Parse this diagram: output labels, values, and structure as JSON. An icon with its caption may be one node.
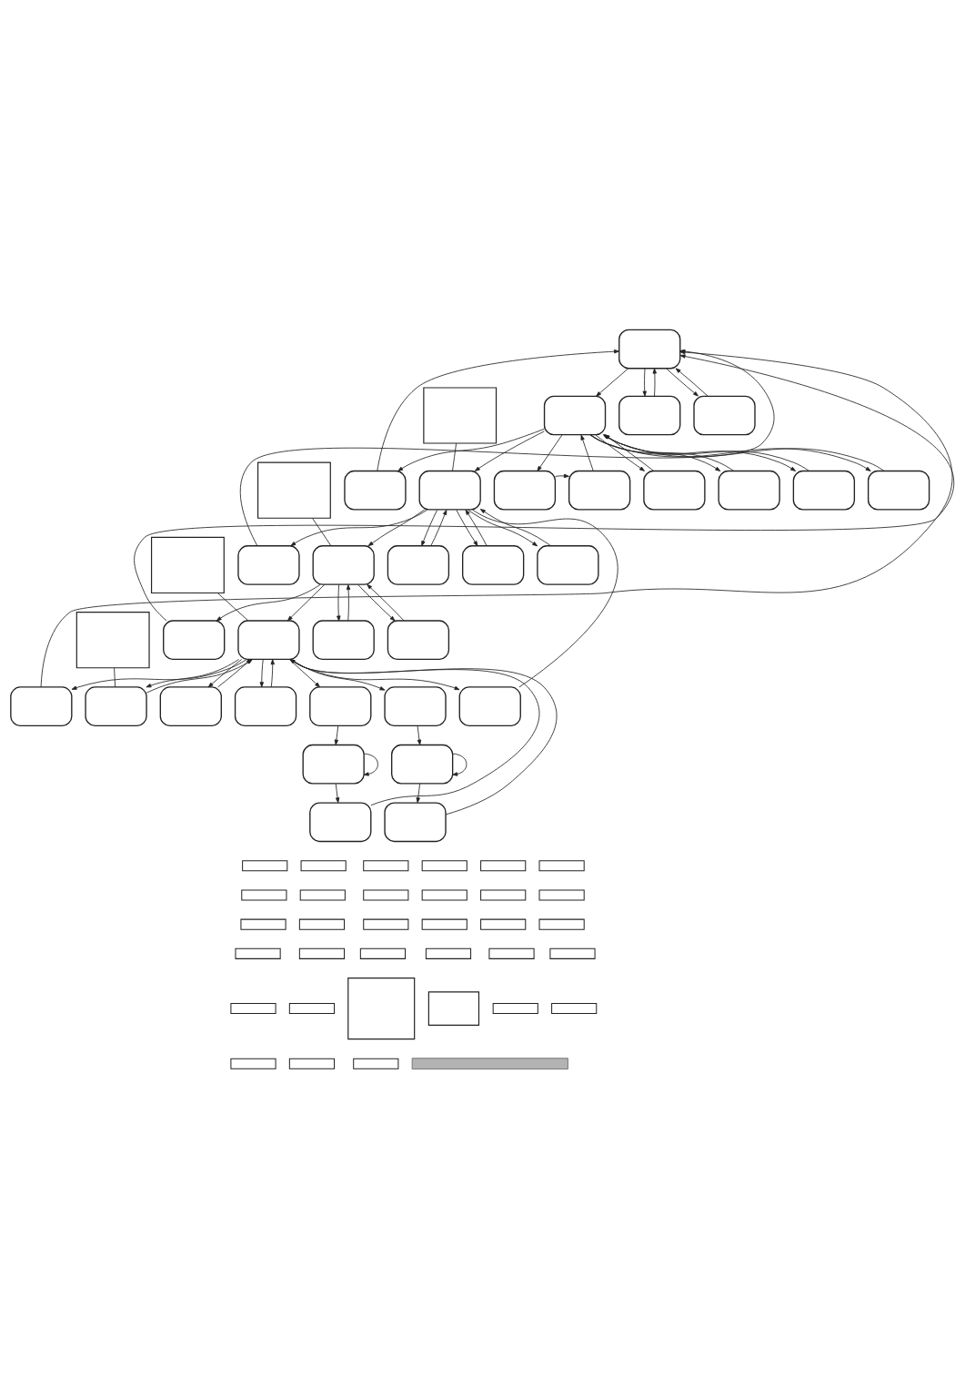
{
  "diagram": {
    "nodes": [
      {
        "text": [],
        "shape": "box"
      },
      {
        "text": [],
        "shape": "box"
      },
      {
        "text": [],
        "shape": "box"
      },
      {
        "text": [],
        "shape": "box"
      },
      {
        "text": [],
        "shape": "box"
      },
      {
        "text": [],
        "shape": "box"
      },
      {
        "text": [],
        "shape": "box"
      },
      {
        "text": [],
        "shape": "box"
      },
      {
        "text": [],
        "shape": "box"
      },
      {
        "text": [],
        "shape": "box"
      },
      {
        "text": [],
        "shape": "box"
      },
      {
        "text": [],
        "shape": "box"
      },
      {
        "text": [],
        "shape": "box"
      },
      {
        "text": [],
        "shape": "box"
      },
      {
        "text": [],
        "shape": "box"
      },
      {
        "text": [],
        "shape": "box"
      },
      {
        "text": [],
        "shape": "box"
      },
      {
        "text": [],
        "shape": "box"
      },
      {
        "text": [],
        "shape": "box"
      },
      {
        "text": [],
        "shape": "box"
      },
      {
        "text": [],
        "shape": "box"
      },
      {
        "text": [],
        "shape": "box"
      },
      {
        "text": [],
        "shape": "box"
      },
      {
        "text": [],
        "shape": "box"
      },
      {
        "text": [],
        "shape": "box"
      },
      {
        "text": [],
        "shape": "box"
      },
      {
        "text": [],
        "shape": "box"
      },
      {
        "text": [],
        "shape": "box"
      },
      {
        "text": [],
        "shape": "box"
      },
      {
        "text": [],
        "shape": "box"
      },
      {
        "text": [],
        "shape": "box"
      },
      {
        "text": [],
        "shape": "box"
      },
      {
        "text": [],
        "shape": "box"
      },
      {
        "text": [],
        "shape": "box"
      },
      {
        "text": [],
        "shape": "box"
      },
      {
        "text": [],
        "shape": "box"
      },
      {
        "text": [],
        "shape": "box"
      },
      {
        "text": [],
        "shape": "box"
      },
      {
        "text": [],
        "shape": "box"
      },
      {
        "text": [],
        "shape": "box"
      },
      {
        "text": [],
        "shape": "box"
      },
      {
        "text": [],
        "shape": "box"
      },
      {
        "text": [],
        "shape": "box"
      },
      {
        "text": [],
        "shape": "box"
      },
      {
        "text": [],
        "shape": "box"
      },
      {
        "text": [],
        "shape": "box"
      },
      {
        "text": [],
        "shape": "box"
      },
      {
        "text": [],
        "shape": "box"
      },
      {
        "text": [],
        "shape": "box"
      },
      {
        "text": [],
        "shape": "box"
      },
      {
        "text": [],
        "shape": "box"
      },
      {
        "text": [],
        "shape": "box"
      },
      {
        "text": [],
        "shape": "box"
      },
      {
        "text": [],
        "shape": "box"
      },
      {
        "text": [],
        "shape": "box"
      },
      {
        "text": [],
        "shape": "box"
      },
      {
        "text": [],
        "shape": "box"
      },
      {
        "text": [],
        "shape": "box"
      },
      {
        "text": [],
        "shape": "box"
      },
      {
        "text": [],
        "shape": "box"
      },
      {
        "text": [],
        "shape": "box"
      },
      {
        "text": [],
        "shape": "box"
      },
      {
        "text": [],
        "shape": "box"
      },
      {
        "text": [],
        "shape": "box"
      },
      {
        "text": [],
        "shape": "box"
      },
      {
        "text": [],
        "shape": "box"
      },
      {
        "text": [],
        "shape": "box"
      },
      {
        "text": [],
        "shape": "box"
      },
      {
        "text": [],
        "shape": "box"
      },
      {
        "text": [],
        "shape": "bar"
      }
    ],
    "edges": [
      {
        "from": 0,
        "to": 1,
        "arrow": "to"
      },
      {
        "from": 0,
        "to": 2,
        "arrow": "to"
      },
      {
        "from": 0,
        "to": 3,
        "arrow": "to"
      },
      {
        "from": 2,
        "to": 0,
        "arrow": "to"
      },
      {
        "from": 3,
        "to": 0,
        "arrow": "to"
      },
      {
        "from": 1,
        "to": 4,
        "arrow": "to"
      },
      {
        "from": 1,
        "to": 5,
        "arrow": "to"
      },
      {
        "from": 1,
        "to": 6,
        "arrow": "to"
      },
      {
        "from": 1,
        "to": 8,
        "arrow": "to"
      },
      {
        "from": 1,
        "to": 9,
        "arrow": "to"
      },
      {
        "from": 1,
        "to": 10,
        "arrow": "to"
      },
      {
        "from": 1,
        "to": 11,
        "arrow": "to"
      },
      {
        "from": 6,
        "to": 7,
        "arrow": "to"
      },
      {
        "from": 7,
        "to": 1,
        "arrow": "to"
      },
      {
        "from": 8,
        "to": 1,
        "arrow": "to"
      },
      {
        "from": 9,
        "to": 1,
        "arrow": "to"
      },
      {
        "from": 10,
        "to": 1,
        "arrow": "to"
      },
      {
        "from": 11,
        "to": 1,
        "arrow": "to"
      },
      {
        "from": 4,
        "to": 0,
        "arrow": "to"
      },
      {
        "from": 12,
        "to": 0,
        "arrow": "to"
      },
      {
        "from": 17,
        "to": 0,
        "arrow": "to"
      },
      {
        "from": 21,
        "to": 0,
        "arrow": "to"
      },
      {
        "from": 5,
        "to": 12,
        "arrow": "to"
      },
      {
        "from": 5,
        "to": 13,
        "arrow": "to"
      },
      {
        "from": 5,
        "to": 14,
        "arrow": "to"
      },
      {
        "from": 5,
        "to": 15,
        "arrow": "to"
      },
      {
        "from": 5,
        "to": 16,
        "arrow": "to"
      },
      {
        "from": 14,
        "to": 5,
        "arrow": "to"
      },
      {
        "from": 15,
        "to": 5,
        "arrow": "to"
      },
      {
        "from": 16,
        "to": 5,
        "arrow": "to"
      },
      {
        "from": 27,
        "to": 5,
        "arrow": "none"
      },
      {
        "from": 13,
        "to": 17,
        "arrow": "to"
      },
      {
        "from": 13,
        "to": 18,
        "arrow": "to"
      },
      {
        "from": 13,
        "to": 19,
        "arrow": "to"
      },
      {
        "from": 13,
        "to": 20,
        "arrow": "to"
      },
      {
        "from": 19,
        "to": 13,
        "arrow": "to"
      },
      {
        "from": 20,
        "to": 13,
        "arrow": "to"
      },
      {
        "from": 18,
        "to": 21,
        "arrow": "to"
      },
      {
        "from": 18,
        "to": 22,
        "arrow": "to"
      },
      {
        "from": 18,
        "to": 23,
        "arrow": "to"
      },
      {
        "from": 18,
        "to": 24,
        "arrow": "to"
      },
      {
        "from": 18,
        "to": 25,
        "arrow": "to"
      },
      {
        "from": 18,
        "to": 26,
        "arrow": "to"
      },
      {
        "from": 18,
        "to": 27,
        "arrow": "to"
      },
      {
        "from": 22,
        "to": 18,
        "arrow": "to"
      },
      {
        "from": 23,
        "to": 18,
        "arrow": "to"
      },
      {
        "from": 24,
        "to": 18,
        "arrow": "to"
      },
      {
        "from": 30,
        "to": 18,
        "arrow": "to"
      },
      {
        "from": 31,
        "to": 18,
        "arrow": "to"
      },
      {
        "from": 25,
        "to": 28,
        "arrow": "to"
      },
      {
        "from": 28,
        "to": 28,
        "arrow": "to"
      },
      {
        "from": 28,
        "to": 30,
        "arrow": "to"
      },
      {
        "from": 26,
        "to": 29,
        "arrow": "to"
      },
      {
        "from": 29,
        "to": 29,
        "arrow": "to"
      },
      {
        "from": 29,
        "to": 31,
        "arrow": "to"
      },
      {
        "from": 32,
        "to": 5,
        "arrow": "none"
      },
      {
        "from": 33,
        "to": 13,
        "arrow": "none"
      },
      {
        "from": 34,
        "to": 18,
        "arrow": "none"
      },
      {
        "from": 35,
        "to": 22,
        "arrow": "none"
      }
    ]
  }
}
